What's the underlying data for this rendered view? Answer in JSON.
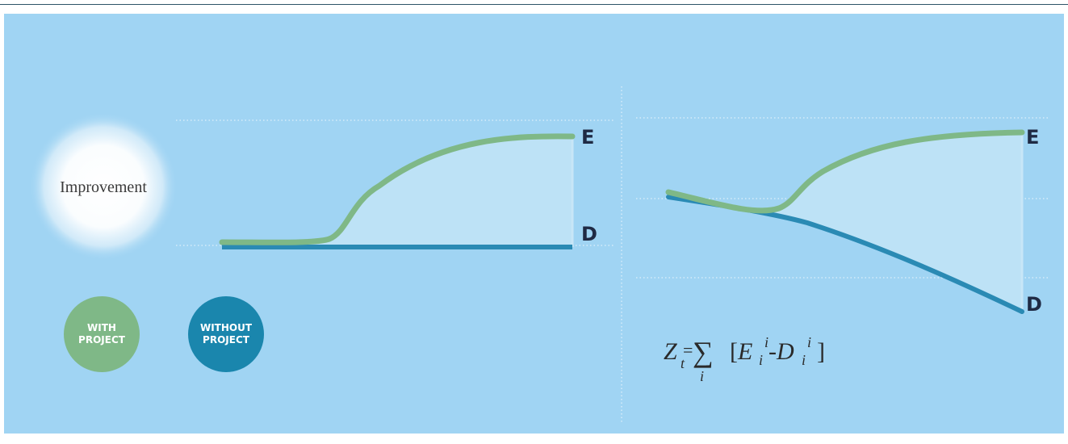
{
  "improvement_label": "Improvement",
  "legend": {
    "with_project": {
      "line1": "WITH",
      "line2": "PROJECT",
      "color": "#7fb887"
    },
    "without_project": {
      "line1": "WITHOUT",
      "line2": "PROJECT",
      "color": "#1a86ad"
    }
  },
  "left_diagram": {
    "upper_end_label": "E",
    "lower_end_label": "D"
  },
  "right_diagram": {
    "upper_end_label": "E",
    "lower_end_label": "D"
  },
  "formula": {
    "lhs": "Z",
    "lhs_sub": "t",
    "equals": "=",
    "sum": "∑",
    "sum_sub": "i",
    "open_bracket": "[",
    "E": "E",
    "E_sup": "i",
    "E_sub": "i",
    "minus": "-",
    "D": "D",
    "D_sup": "i",
    "D_sub": "i",
    "close_bracket": "]"
  },
  "colors": {
    "background": "#a0d4f3",
    "area_fill": "#bde2f6",
    "with_line": "#7fb887",
    "without_line": "#2a8ab4",
    "label_text": "#1f2a44"
  }
}
